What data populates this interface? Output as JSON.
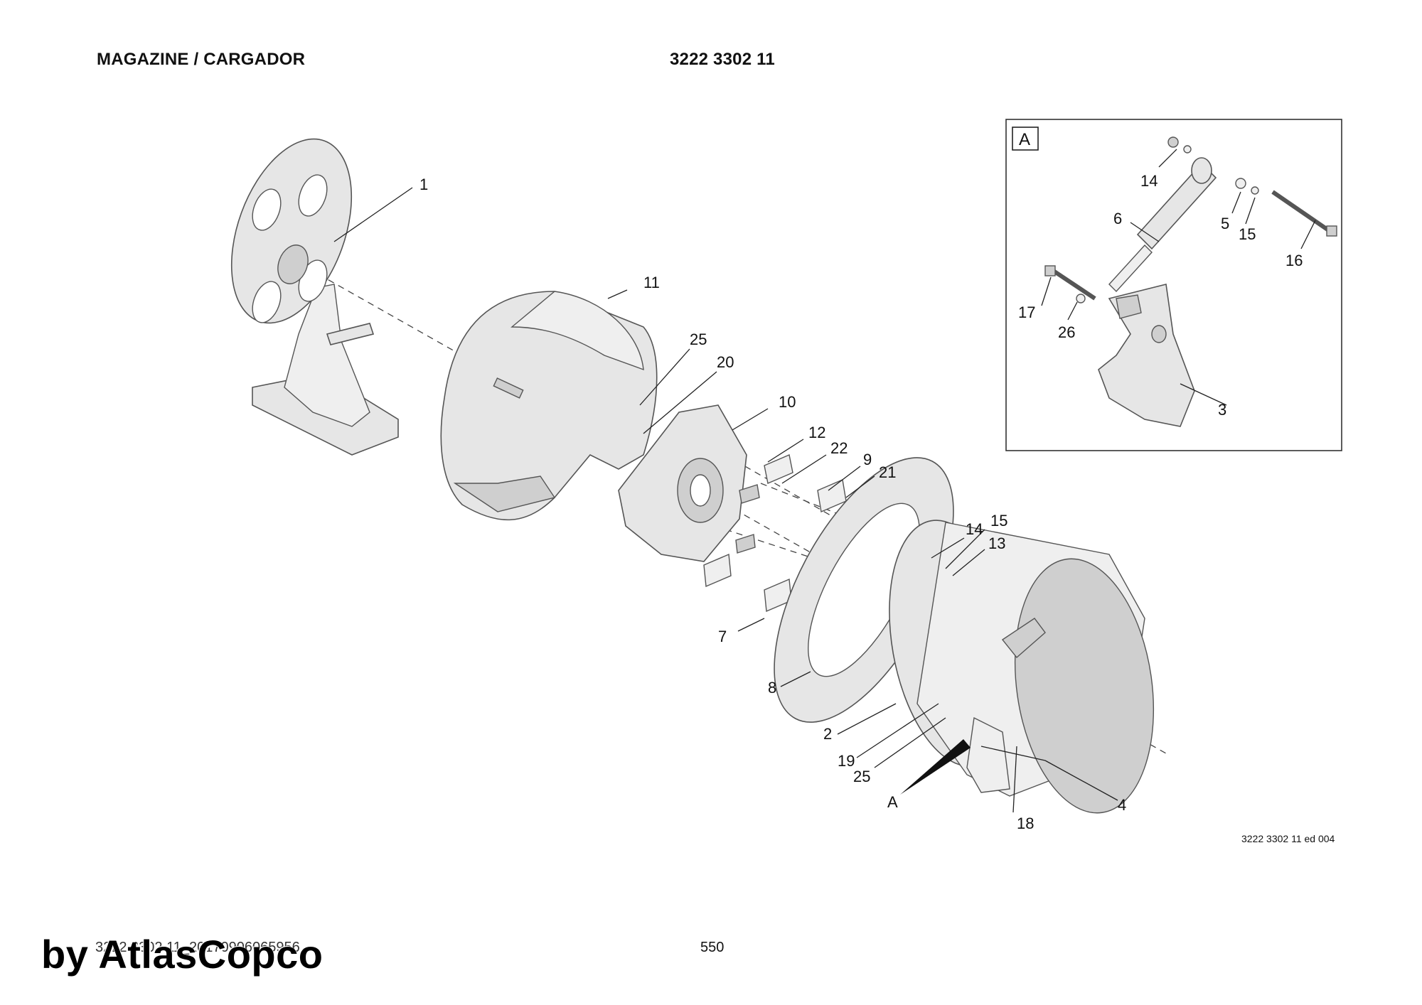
{
  "header": {
    "title": "MAGAZINE / CARGADOR",
    "part_number": "3222 3302 11"
  },
  "drawing": {
    "callouts": [
      {
        "id": "c1",
        "label": "1"
      },
      {
        "id": "c11",
        "label": "11"
      },
      {
        "id": "c25a",
        "label": "25"
      },
      {
        "id": "c20",
        "label": "20"
      },
      {
        "id": "c10",
        "label": "10"
      },
      {
        "id": "c12",
        "label": "12"
      },
      {
        "id": "c22",
        "label": "22"
      },
      {
        "id": "c9",
        "label": "9"
      },
      {
        "id": "c21",
        "label": "21"
      },
      {
        "id": "c14a",
        "label": "14"
      },
      {
        "id": "c15a",
        "label": "15"
      },
      {
        "id": "c13",
        "label": "13"
      },
      {
        "id": "c7",
        "label": "7"
      },
      {
        "id": "c8",
        "label": "8"
      },
      {
        "id": "c2",
        "label": "2"
      },
      {
        "id": "c19",
        "label": "19"
      },
      {
        "id": "c25b",
        "label": "25"
      },
      {
        "id": "cA",
        "label": "A"
      },
      {
        "id": "c18",
        "label": "18"
      },
      {
        "id": "c4",
        "label": "4"
      }
    ],
    "detail": {
      "tag": "A",
      "callouts": [
        {
          "id": "d14",
          "label": "14"
        },
        {
          "id": "d6",
          "label": "6"
        },
        {
          "id": "d5",
          "label": "5"
        },
        {
          "id": "d15",
          "label": "15"
        },
        {
          "id": "d16",
          "label": "16"
        },
        {
          "id": "d17",
          "label": "17"
        },
        {
          "id": "d26",
          "label": "26"
        },
        {
          "id": "d3",
          "label": "3"
        }
      ]
    }
  },
  "reference_code": "3222 3302 11 ed 004",
  "footer": {
    "document_code": "3222 3302 11_20170906065956",
    "page_number": "550"
  },
  "watermark": "by AtlasCopco"
}
